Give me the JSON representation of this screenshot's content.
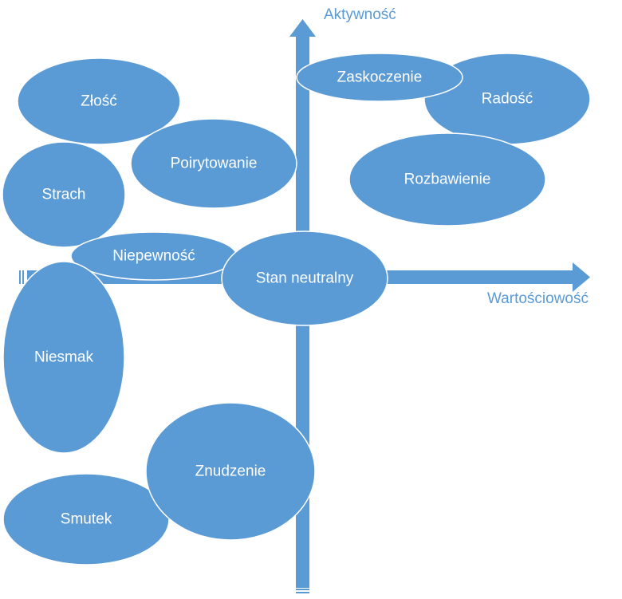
{
  "axes": {
    "y_title": "Aktywność",
    "x_title": "Wartościowość"
  },
  "colors": {
    "ellipse_fill": "#5b9bd5",
    "ellipse_stroke": "#ffffff",
    "arrow": "#5b9bd5",
    "label": "#ffffff"
  },
  "emotions": [
    {
      "id": "zlosc",
      "label": "Złość"
    },
    {
      "id": "strach",
      "label": "Strach"
    },
    {
      "id": "poirytowanie",
      "label": "Poirytowanie"
    },
    {
      "id": "niepewnosc",
      "label": "Niepewność"
    },
    {
      "id": "niesmak",
      "label": "Niesmak"
    },
    {
      "id": "smutek",
      "label": "Smutek"
    },
    {
      "id": "znudzenie",
      "label": "Znudzenie"
    },
    {
      "id": "radosc",
      "label": "Radość"
    },
    {
      "id": "zaskoczenie",
      "label": "Zaskoczenie"
    },
    {
      "id": "rozbawienie",
      "label": "Rozbawienie"
    },
    {
      "id": "stan-neutralny",
      "label": "Stan neutralny"
    }
  ]
}
